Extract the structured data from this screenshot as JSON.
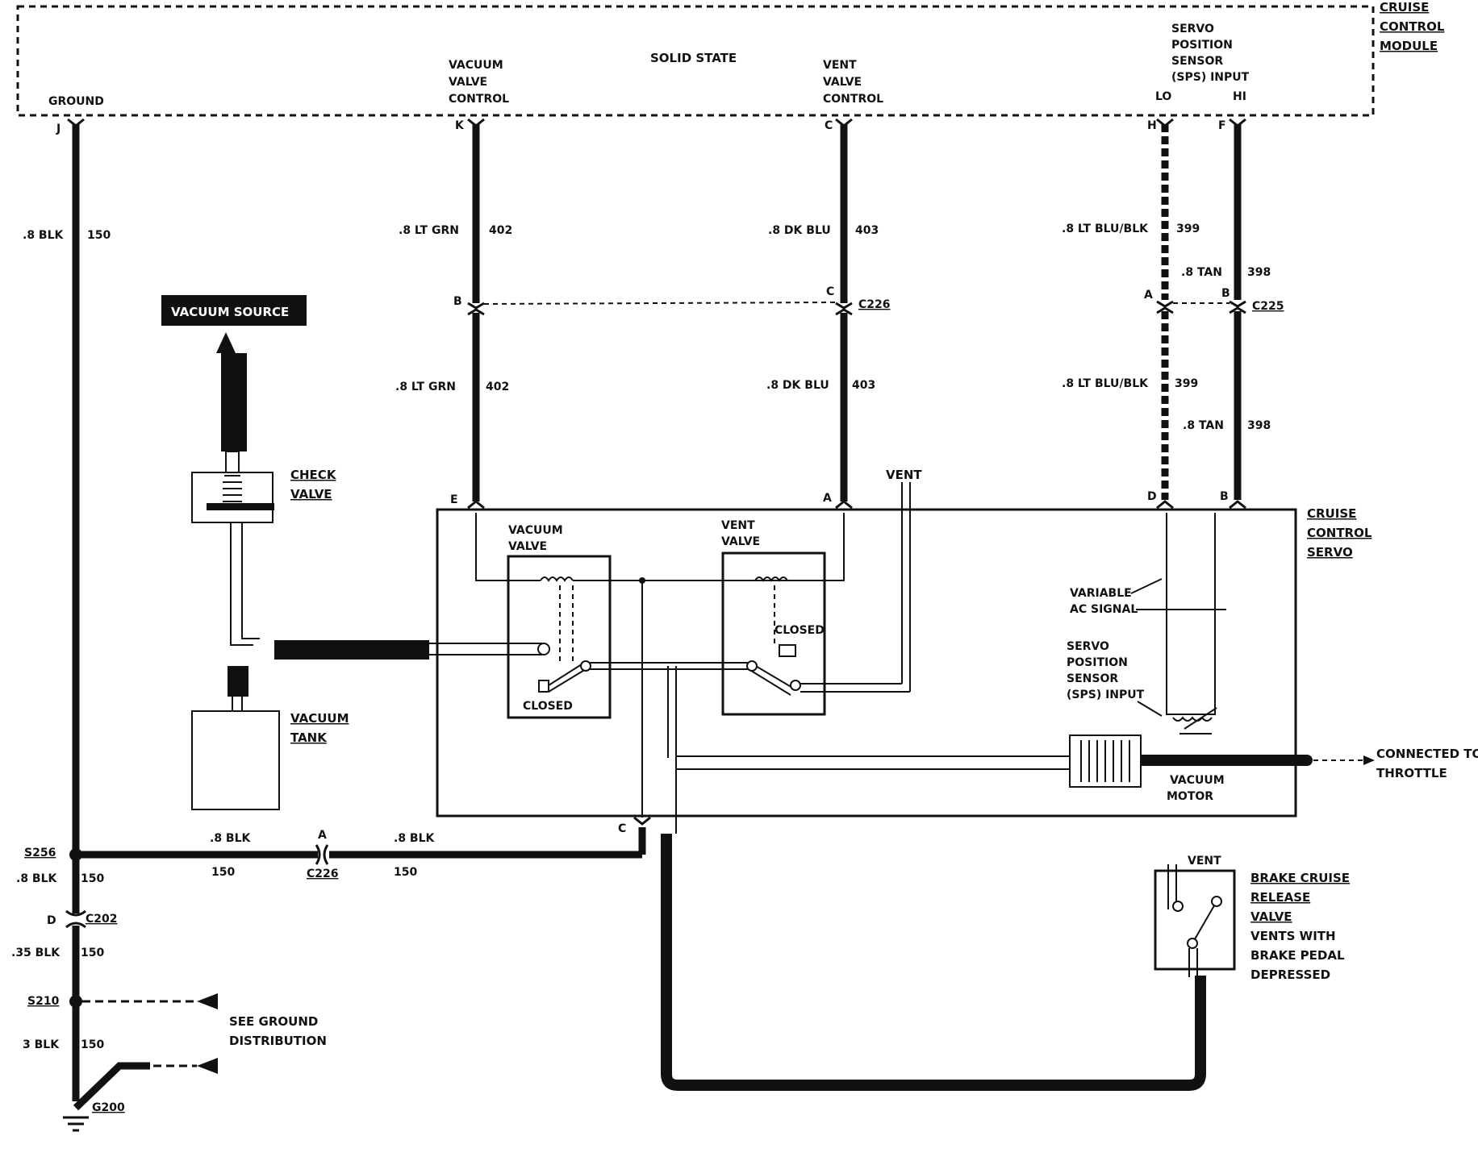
{
  "module": {
    "title_lines": [
      "CRUISE",
      "CONTROL",
      "MODULE"
    ],
    "solid_state": "SOLID STATE",
    "ground": "GROUND",
    "vacuum_valve_control": [
      "VACUUM",
      "VALVE",
      "CONTROL"
    ],
    "vent_valve_control": [
      "VENT",
      "VALVE",
      "CONTROL"
    ],
    "sps_input": [
      "SERVO",
      "POSITION",
      "SENSOR",
      "(SPS) INPUT"
    ],
    "lo": "LO",
    "hi": "HI"
  },
  "pins": {
    "J": "J",
    "K": "K",
    "C": "C",
    "H": "H",
    "F": "F",
    "E": "E",
    "A": "A",
    "D": "D",
    "B": "B"
  },
  "wires": {
    "ground_color": ".8 BLK",
    "ground_circuit": "150",
    "vac_color": ".8 LT GRN",
    "vac_circuit": "402",
    "vent_color": ".8 DK BLU",
    "vent_circuit": "403",
    "lo_color": ".8 LT BLU/BLK",
    "lo_circuit": "399",
    "hi_color": ".8 TAN",
    "hi_circuit": "398",
    "blk035": ".35 BLK",
    "blk3": "3 BLK"
  },
  "connectors": {
    "c226": "C226",
    "c225": "C225",
    "c202": "C202"
  },
  "splices": {
    "s256": "S256",
    "s210": "S210"
  },
  "ground_point": "G200",
  "see_ground": [
    "SEE GROUND",
    "DISTRIBUTION"
  ],
  "vacuum_source": "VACUUM SOURCE",
  "check_valve": [
    "CHECK",
    "VALVE"
  ],
  "vacuum_tank": [
    "VACUUM",
    "TANK"
  ],
  "servo": {
    "title": [
      "CRUISE",
      "CONTROL",
      "SERVO"
    ],
    "vacuum_valve": [
      "VACUUM",
      "VALVE"
    ],
    "vent_valve": [
      "VENT",
      "VALVE"
    ],
    "closed": "CLOSED",
    "vent": "VENT",
    "variable_ac": [
      "VARIABLE",
      "AC SIGNAL"
    ],
    "sps": [
      "SERVO",
      "POSITION",
      "SENSOR",
      "(SPS) INPUT"
    ],
    "vacuum_motor": [
      "VACUUM",
      "MOTOR"
    ],
    "throttle": [
      "CONNECTED TO",
      "THROTTLE"
    ]
  },
  "brake_valve": {
    "vent": "VENT",
    "lines": [
      "BRAKE CRUISE",
      "RELEASE",
      "VALVE",
      "VENTS WITH",
      "BRAKE PEDAL",
      "DEPRESSED"
    ]
  }
}
